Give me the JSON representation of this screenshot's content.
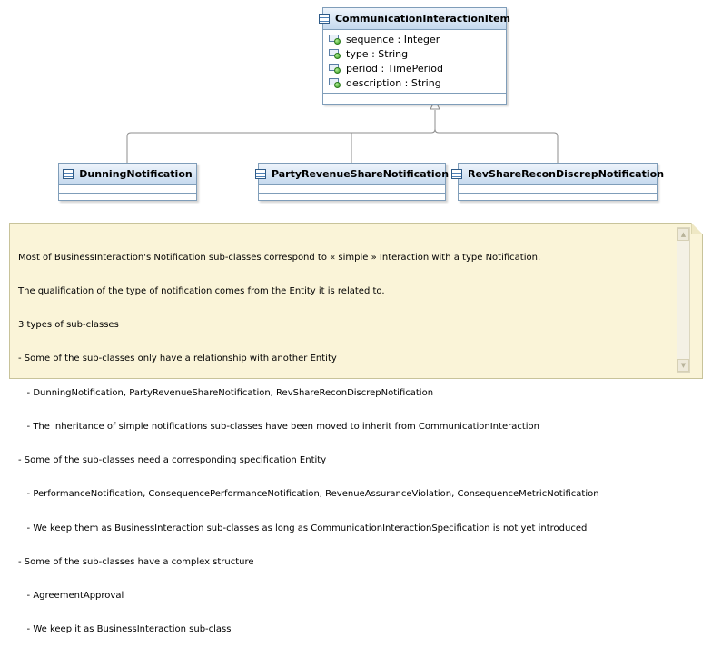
{
  "parent_class": {
    "name": "CommunicationInteractionItem",
    "attributes": [
      "sequence : Integer",
      "type : String",
      "period : TimePeriod",
      "description : String"
    ]
  },
  "subclasses": [
    {
      "name": "DunningNotification"
    },
    {
      "name": "PartyRevenueShareNotification"
    },
    {
      "name": "RevShareReconDiscrepNotification"
    }
  ],
  "note": {
    "lines": [
      "Most of BusinessInteraction's Notification sub-classes correspond to « simple » Interaction with a type Notification.",
      "The qualification of the type of notification comes from the Entity it is related to.",
      "3 types of sub-classes",
      "- Some of the sub-classes only have a relationship with another Entity",
      "   - DunningNotification, PartyRevenueShareNotification, RevShareReconDiscrepNotification",
      "   - The inheritance of simple notifications sub-classes have been moved to inherit from CommunicationInteraction",
      "- Some of the sub-classes need a corresponding specification Entity",
      "   - PerformanceNotification, ConsequencePerformanceNotification, RevenueAssuranceViolation, ConsequenceMetricNotification",
      "   - We keep them as BusinessInteraction sub-classes as long as CommunicationInteractionSpecification is not yet introduced",
      "- Some of the sub-classes have a complex structure",
      "   - AgreementApproval",
      "   - We keep it as BusinessInteraction sub-class"
    ],
    "scroll_up_glyph": "▲",
    "scroll_down_glyph": "▼"
  }
}
